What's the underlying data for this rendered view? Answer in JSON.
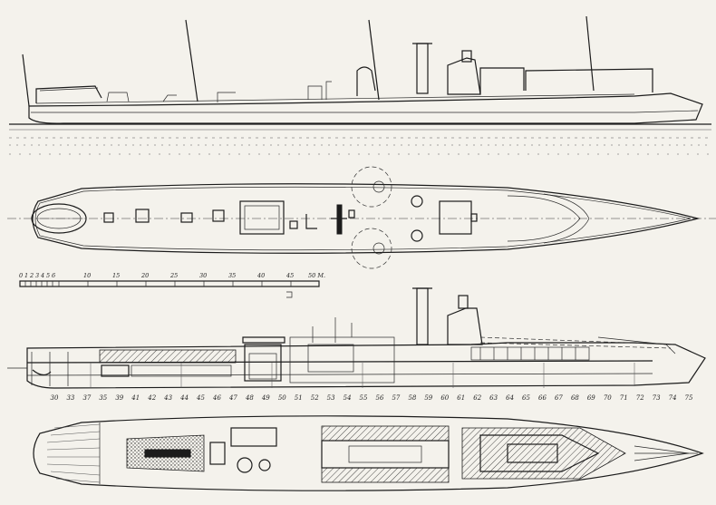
{
  "scale_bar": {
    "labels": [
      "0",
      "1",
      "2",
      "3",
      "4",
      "5",
      "6",
      "10",
      "15",
      "20",
      "25",
      "30",
      "35",
      "40",
      "45",
      "50 M."
    ]
  },
  "frame_numbers": [
    "30",
    "33",
    "37",
    "35",
    "39",
    "41",
    "42",
    "43",
    "44",
    "45",
    "46",
    "47",
    "48",
    "49",
    "50",
    "51",
    "52",
    "53",
    "54",
    "55",
    "56",
    "57",
    "58",
    "59",
    "60",
    "61",
    "62",
    "63",
    "64",
    "65",
    "66",
    "67",
    "68",
    "69",
    "70",
    "71",
    "72",
    "73",
    "74",
    "75"
  ],
  "colors": {
    "ink": "#1c1c1c",
    "paper": "#f4f2ec"
  }
}
